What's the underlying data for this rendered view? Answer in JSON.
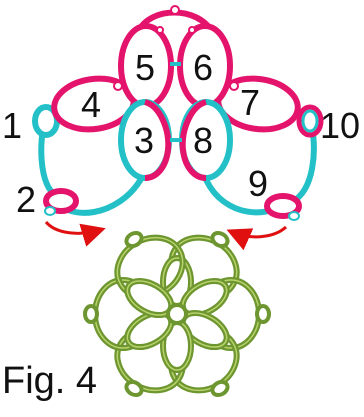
{
  "figure": {
    "caption": "Fig. 4",
    "ring_labels": [
      "1",
      "2",
      "3",
      "4",
      "5",
      "6",
      "7",
      "8",
      "9",
      "10"
    ]
  },
  "colors": {
    "magenta": "#e4136b",
    "cyan": "#23c1c7",
    "arrow": "#e01010",
    "olive": "#6e9630",
    "olive_light": "#b9d26b",
    "text": "#111111"
  },
  "icons": {
    "pointer": "arrow-icon"
  }
}
